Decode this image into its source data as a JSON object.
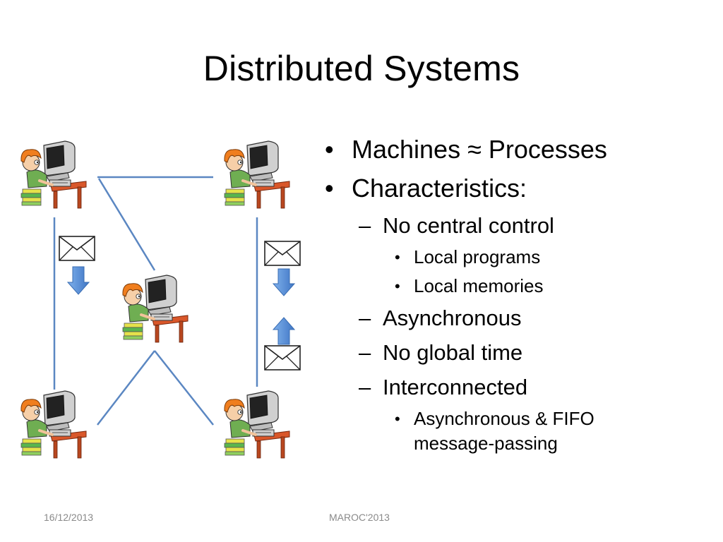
{
  "slide": {
    "title": "Distributed Systems",
    "bullets": [
      {
        "text": "Machines ≈ Processes"
      },
      {
        "text": "Characteristics:"
      }
    ],
    "sub_bullets": [
      {
        "text": "No central control"
      },
      {
        "text": "Asynchronous"
      },
      {
        "text": "No global time"
      },
      {
        "text": "Interconnected"
      }
    ],
    "sub_sub_bullets": [
      {
        "text": "Local programs"
      },
      {
        "text": "Local memories"
      },
      {
        "text": "Asynchronous & FIFO message-passing"
      }
    ]
  },
  "footer": {
    "date": "16/12/2013",
    "center": "MAROC'2013"
  },
  "diagram": {
    "nodes": [
      {
        "id": "top-left",
        "icon": "person-at-computer-icon"
      },
      {
        "id": "top-right",
        "icon": "person-at-computer-icon"
      },
      {
        "id": "center",
        "icon": "person-at-computer-icon"
      },
      {
        "id": "bottom-left",
        "icon": "person-at-computer-icon"
      },
      {
        "id": "bottom-right",
        "icon": "person-at-computer-icon"
      }
    ],
    "message_icon": "envelope-icon",
    "colors": {
      "link": "#5b87c2",
      "arrow": "#4f86d0",
      "hair": "#f07e1e",
      "desk": "#d9572a",
      "monitor": "#cfcfcf",
      "screen": "#222222"
    }
  }
}
